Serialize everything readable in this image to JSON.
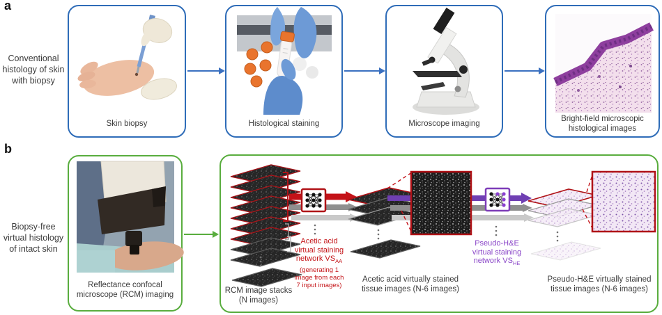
{
  "figure": {
    "colors": {
      "box_blue": "#2e6cb8",
      "box_green": "#59ad3e",
      "stain_red": "#c41418",
      "stain_purple": "#7d3cb8",
      "arrow_gray_dark": "#8f8f8f",
      "arrow_gray_light": "#c9c9c9"
    },
    "panel_a": {
      "label": "a",
      "side_caption_lines": [
        "Conventional",
        "histology of skin",
        "with biopsy"
      ],
      "step1_caption": "Skin biopsy",
      "step2_caption": "Histological staining",
      "step3_caption": "Microscope imaging",
      "step4_caption_line1": "Bright-field microscopic",
      "step4_caption_line2": "histological images"
    },
    "panel_b": {
      "label": "b",
      "side_caption_lines": [
        "Biopsy-free",
        "virtual histology",
        "of intact skin"
      ],
      "rcm_caption_lines": [
        "Reflectance confocal",
        "microscope (RCM) imaging"
      ],
      "stack_caption_lines": [
        "RCM image stacks",
        "(N images)"
      ],
      "aa_network_label_lines": [
        "Acetic acid",
        "virtual staining"
      ],
      "aa_network_label_prefix": "network VS",
      "aa_network_label_sub": "AA",
      "aa_network_note_lines": [
        "(generating 1",
        "image from each",
        "7 input images)"
      ],
      "aa_output_caption_lines": [
        "Acetic acid virtually stained",
        "tissue images (N-6 images)"
      ],
      "he_network_label_lines": [
        "Pseudo-H&E",
        "virtual staining"
      ],
      "he_network_label_prefix": "network VS",
      "he_network_label_sub": "HE",
      "he_output_caption_lines": [
        "Pseudo-H&E virtually stained",
        "tissue images (N-6 images)"
      ]
    }
  }
}
